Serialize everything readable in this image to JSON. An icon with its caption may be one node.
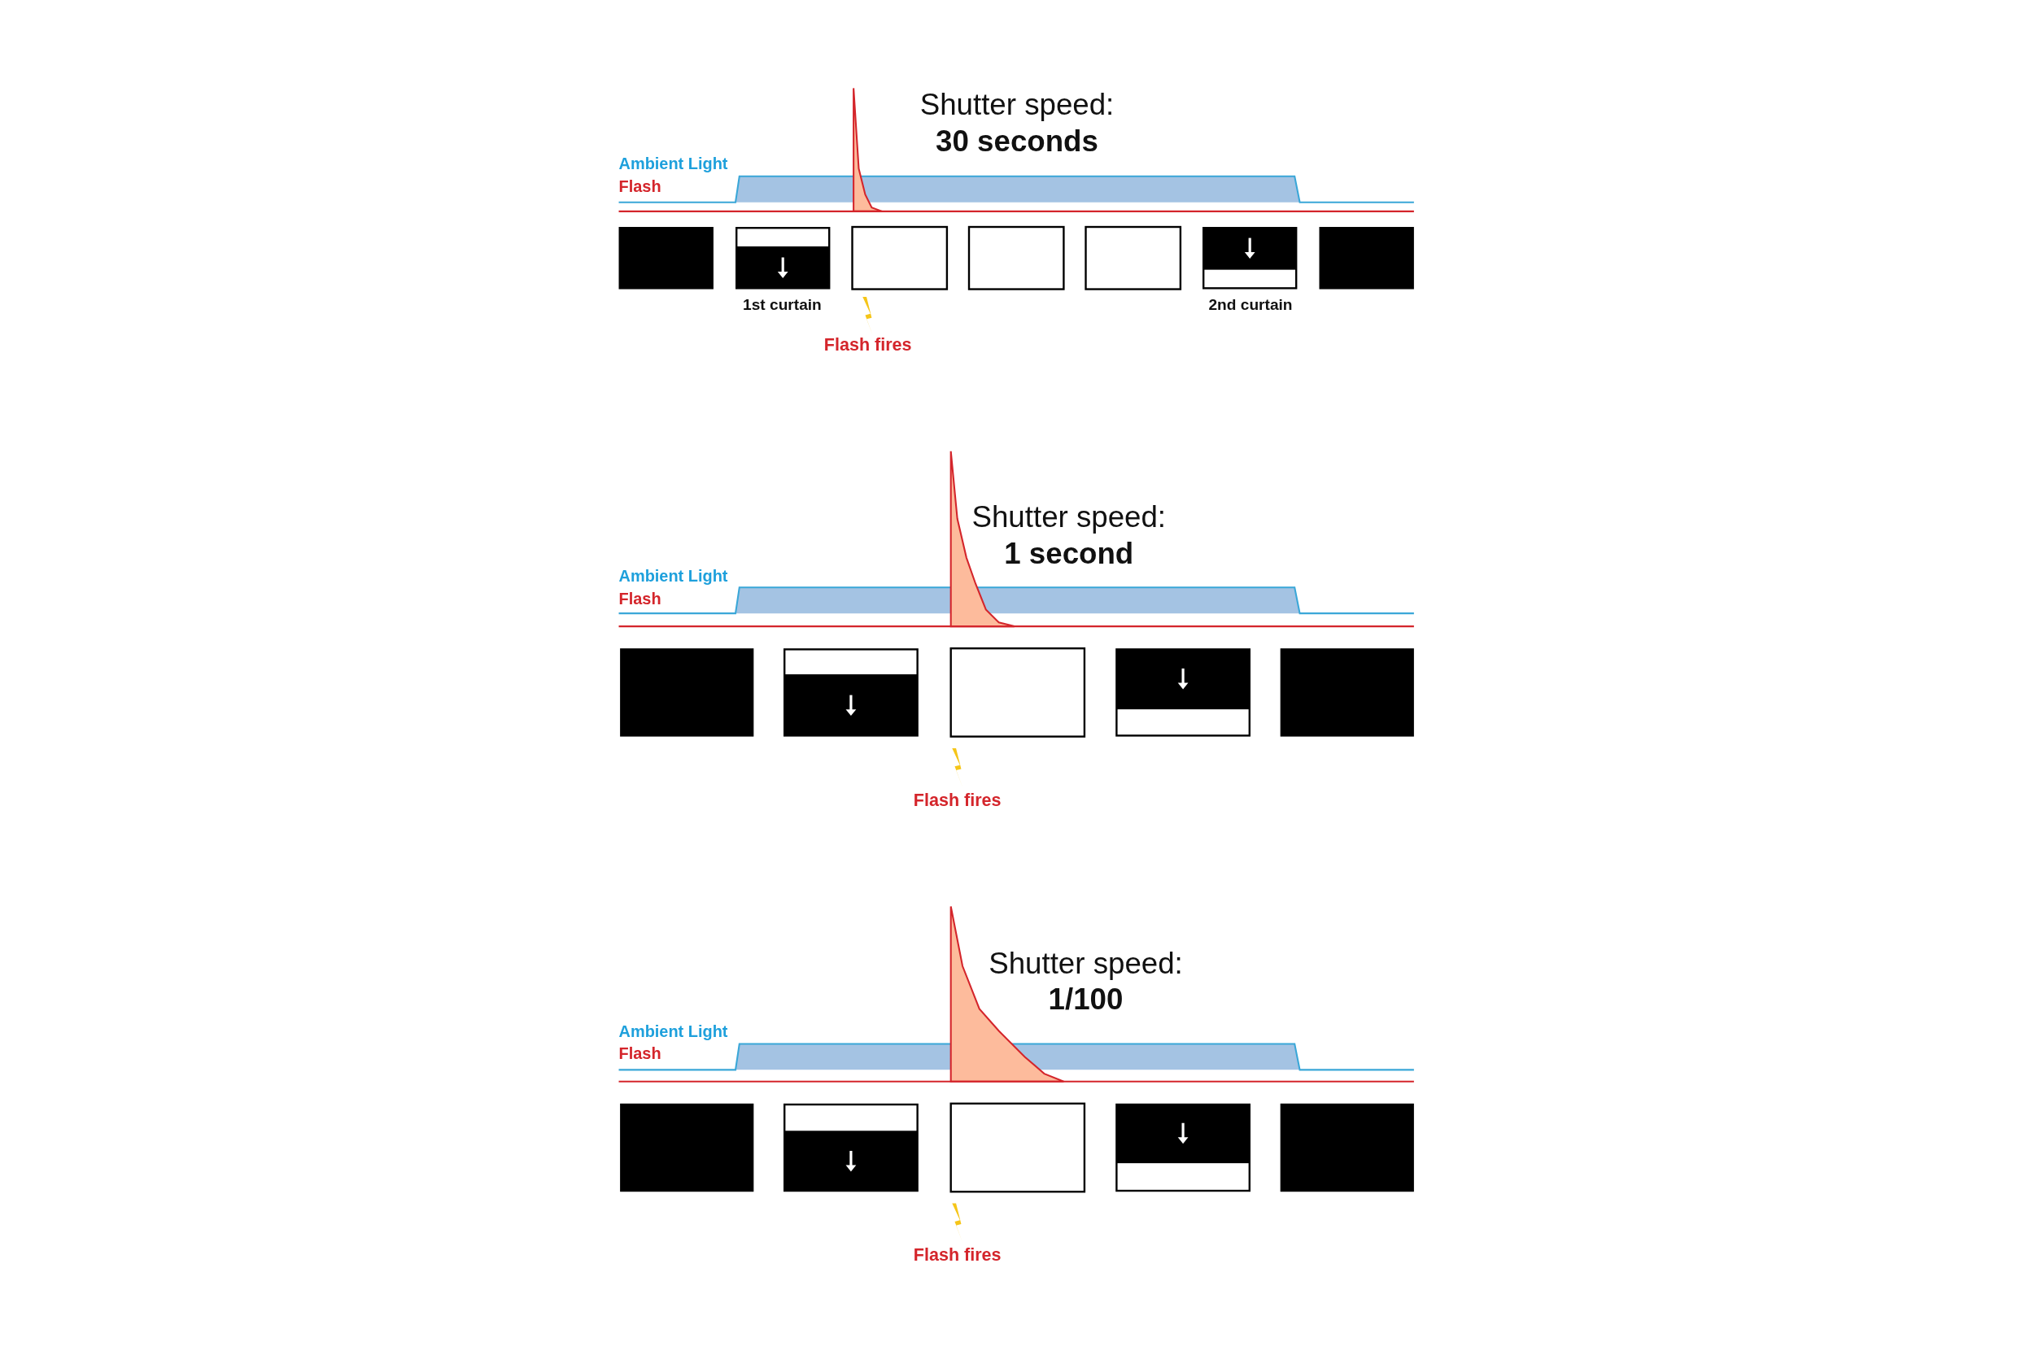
{
  "diagram": {
    "labels": [
      "Shutter speed:",
      "30 seconds",
      "Ambient Light",
      "Flash",
      "1st curtain",
      "2nd curtain",
      "Flash fires",
      "Shutter speed:",
      "1 second",
      "Ambient Light",
      "Flash",
      "Flash fires",
      "Shutter speed:",
      "1/100",
      "Ambient Light",
      "Flash",
      "Flash fires"
    ]
  }
}
